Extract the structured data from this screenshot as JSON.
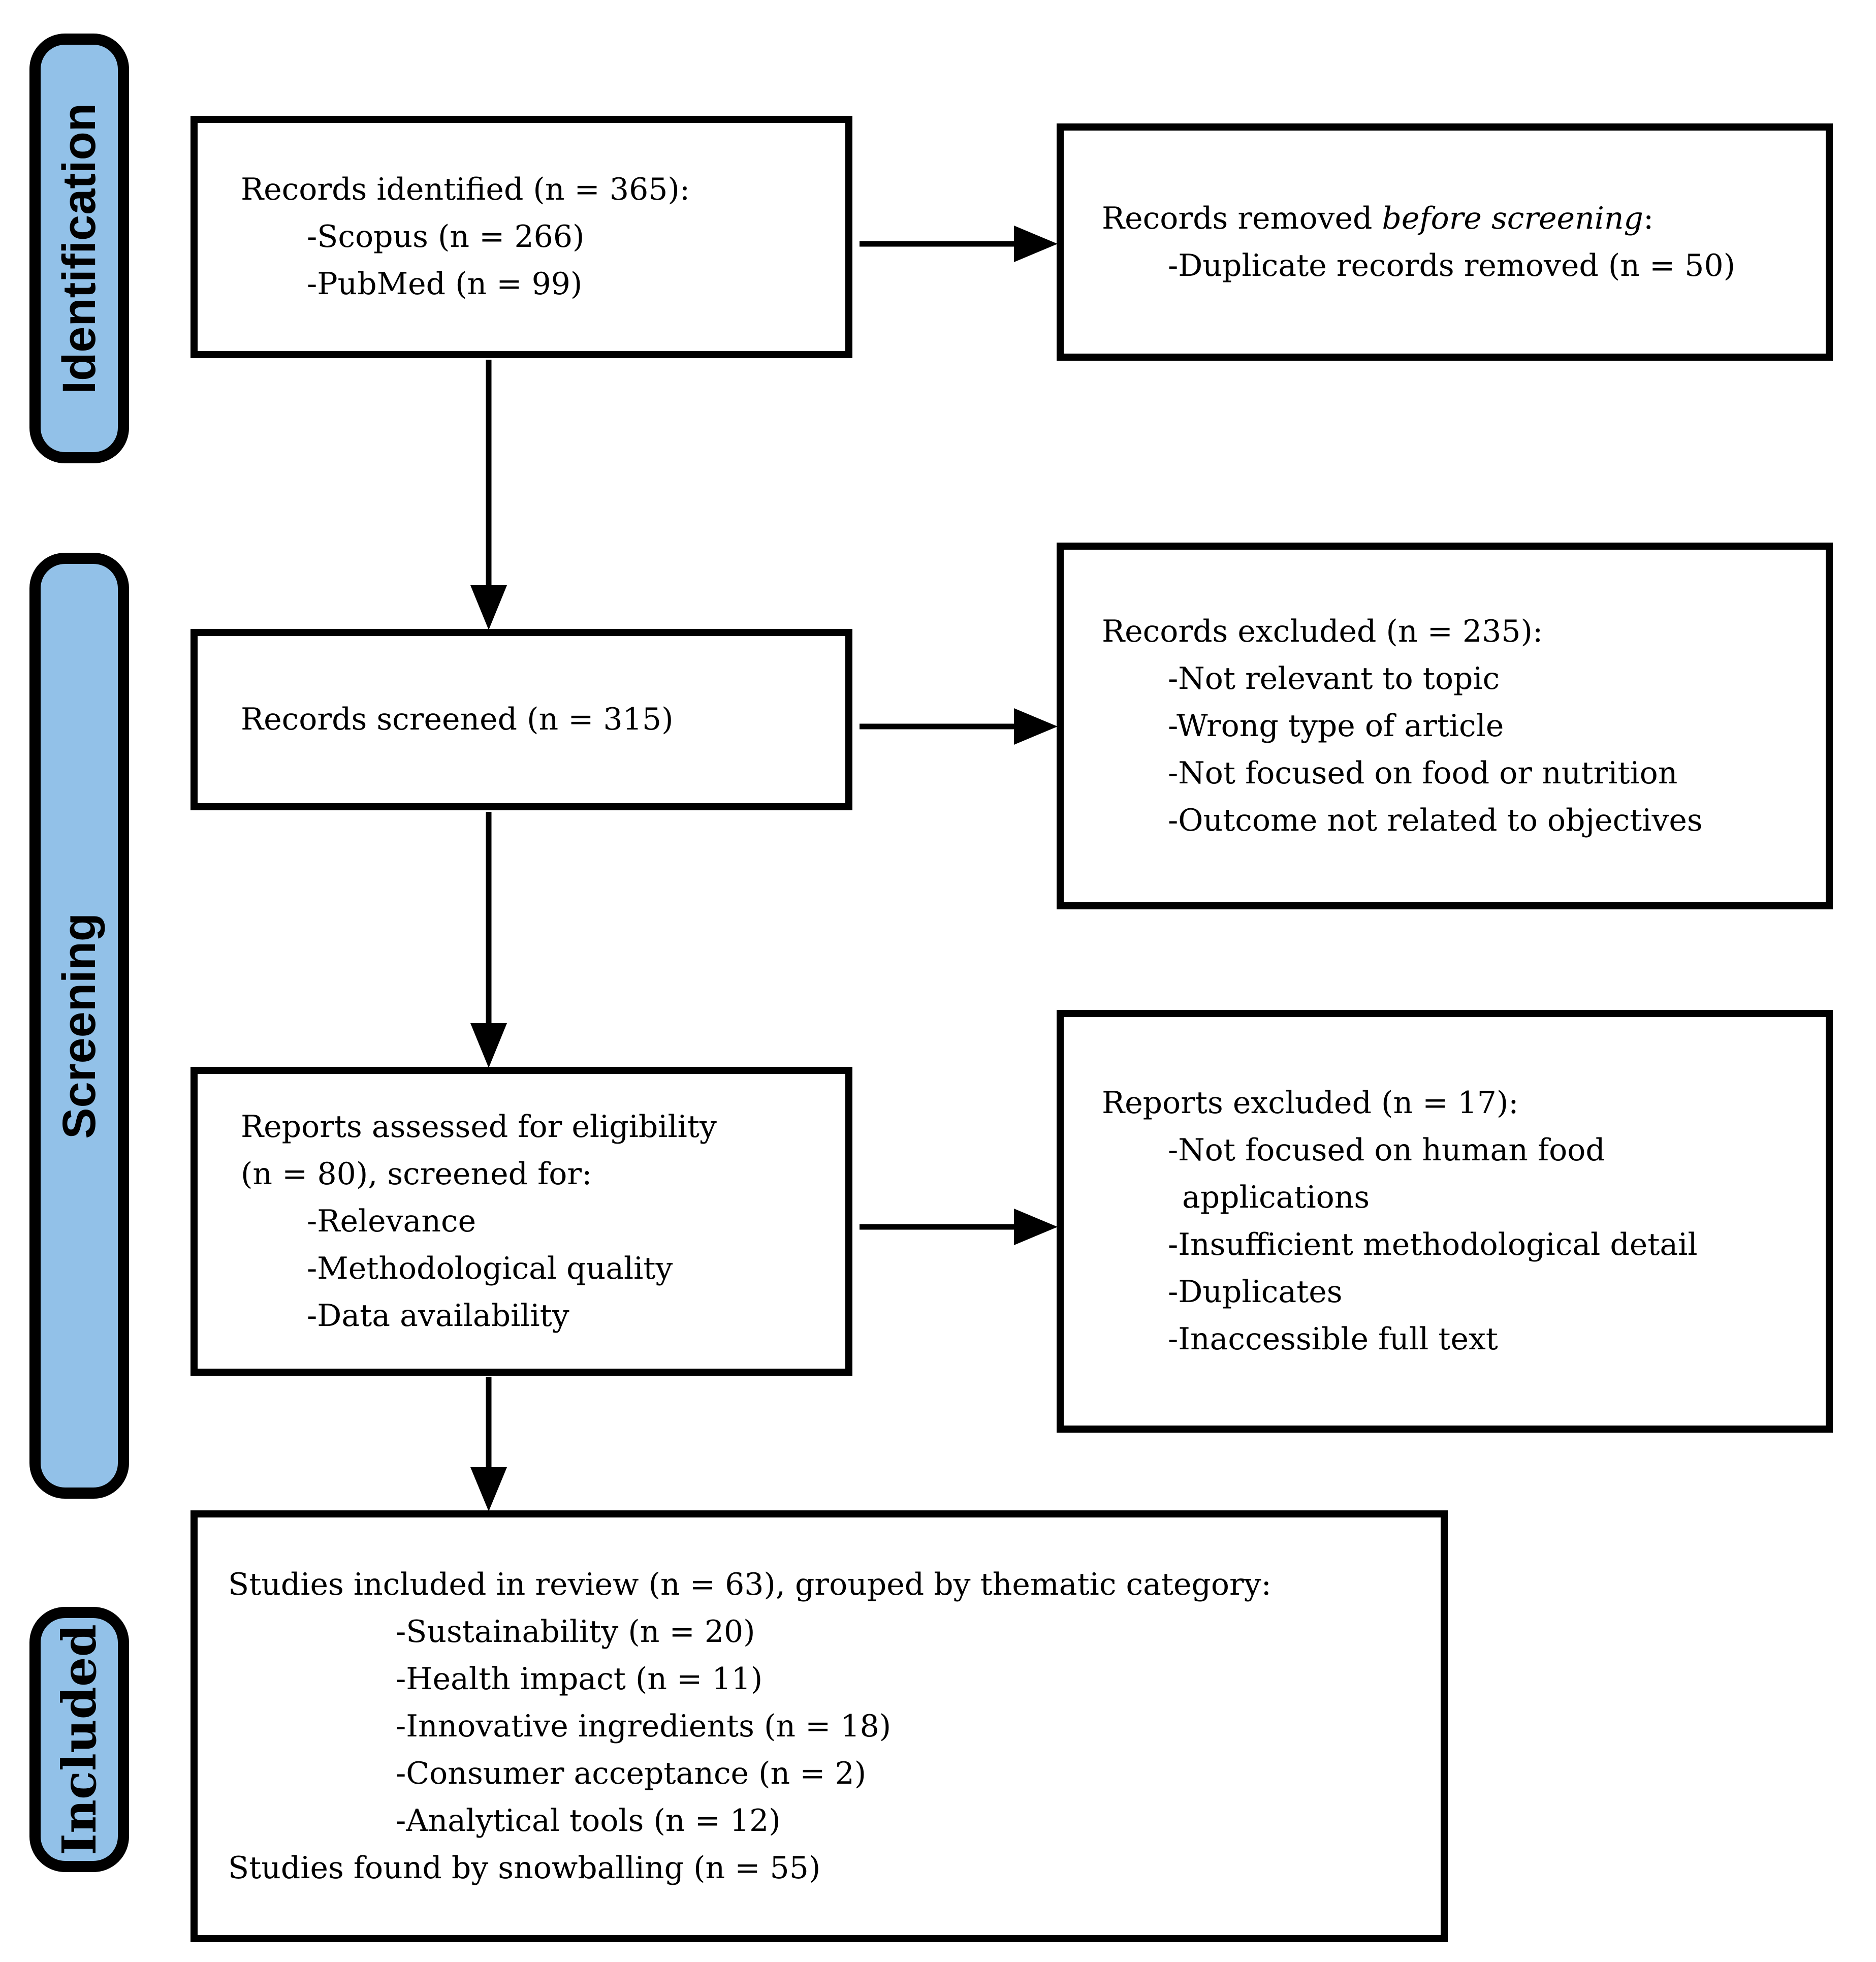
{
  "stages": [
    {
      "label": "Identification"
    },
    {
      "label": "Screening"
    },
    {
      "label": "Included"
    }
  ],
  "boxes": {
    "records_identified": {
      "title": "Records identified (n = 365):",
      "items": [
        "-Scopus (n = 266)",
        "-PubMed (n = 99)"
      ]
    },
    "records_removed": {
      "title_parts": [
        "Records removed ",
        "before screening",
        ":"
      ],
      "items": [
        "-Duplicate records removed (n = 50)"
      ]
    },
    "records_screened": {
      "title": "Records screened (n = 315)"
    },
    "records_excluded": {
      "title": "Records excluded (n = 235):",
      "items": [
        "-Not relevant to topic",
        "-Wrong type of article",
        "-Not focused on food or nutrition",
        "-Outcome not related to objectives"
      ]
    },
    "reports_assessed": {
      "lines": [
        "Reports assessed for eligibility",
        "(n = 80), screened for:"
      ],
      "items": [
        "-Relevance",
        "-Methodological quality",
        "-Data availability"
      ]
    },
    "reports_excluded": {
      "title": "Reports excluded (n = 17):",
      "item_wrapped_line1": "-Not focused on human food",
      "item_wrapped_line2": "applications",
      "items": [
        "-Insufficient methodological detail",
        "-Duplicates",
        "-Inaccessible full text"
      ]
    },
    "included_studies": {
      "title": "Studies included in review (n = 63), grouped by thematic category:",
      "items": [
        "-Sustainability (n = 20)",
        "-Health impact (n = 11)",
        "-Innovative ingredients (n = 18)",
        "-Consumer acceptance (n = 2)",
        "-Analytical tools (n = 12)"
      ],
      "footer": "Studies found by snowballing (n = 55)"
    }
  },
  "colors": {
    "stage_fill": "#92C1E8",
    "line": "#000000",
    "background": "#FFFFFF"
  }
}
